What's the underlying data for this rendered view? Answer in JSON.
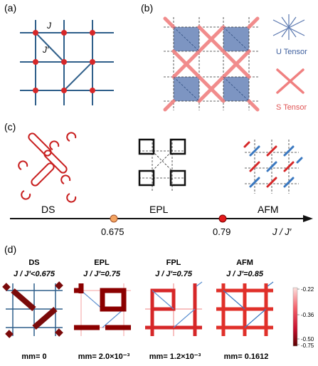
{
  "panels": {
    "a": {
      "label": "(a)",
      "coupling_j": "J",
      "coupling_jp": "J′"
    },
    "b": {
      "label": "(b)",
      "u_tensor": "U Tensor",
      "s_tensor": "S Tensor"
    },
    "c": {
      "label": "(c)",
      "phases": [
        "DS",
        "EPL",
        "AFM"
      ],
      "critical_points": [
        "0.675",
        "0.79"
      ],
      "axis_label": "J / J′"
    },
    "d": {
      "label": "(d)",
      "columns": [
        {
          "title": "DS",
          "ratio": "J / J′<0.675",
          "mm": "mm= 0"
        },
        {
          "title": "EPL",
          "ratio": "J / J′=0.75",
          "mm": "mm= 2.0×10⁻³"
        },
        {
          "title": "FPL",
          "ratio": "J / J′=0.75",
          "mm": "mm= 1.2×10⁻³"
        },
        {
          "title": "AFM",
          "ratio": "J / J′=0.85",
          "mm": "mm= 0.1612"
        }
      ],
      "colorbar_ticks": [
        "-0.22",
        "-0.36",
        "-0.50",
        "-0.75"
      ]
    }
  },
  "colors": {
    "lattice_blue": "#2f5f8a",
    "red": "#d62728",
    "dark_red": "#8b0000",
    "marker_orange": "#f4a460",
    "u_tensor": "#5b79b0",
    "s_tensor": "#f08080"
  }
}
